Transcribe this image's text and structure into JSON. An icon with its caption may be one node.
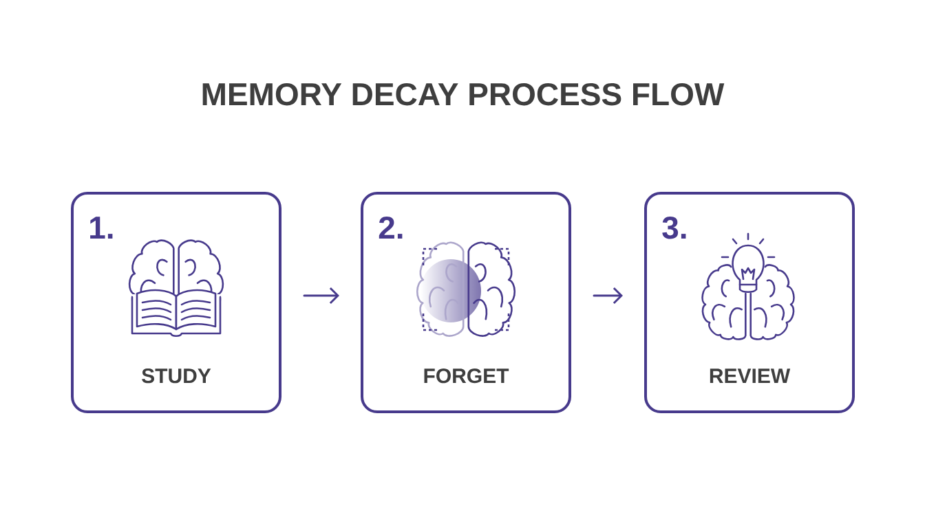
{
  "diagram": {
    "title": "MEMORY DECAY PROCESS FLOW",
    "nodes": [
      {
        "text": [
          "1.",
          "STUDY"
        ]
      },
      {
        "text": [
          "2.",
          "FORGET"
        ]
      },
      {
        "text": [
          "3.",
          "REVIEW"
        ]
      }
    ],
    "edges": [
      {
        "from": 0,
        "to": 1,
        "arrow": "to"
      },
      {
        "from": 1,
        "to": 2,
        "arrow": "to"
      }
    ]
  }
}
